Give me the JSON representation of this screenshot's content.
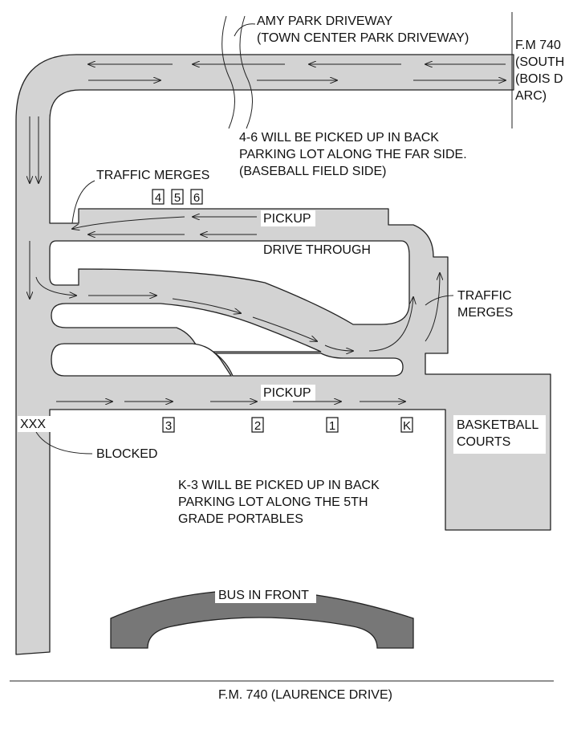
{
  "labels": {
    "amy_park_1": "AMY PARK DRIVEWAY",
    "amy_park_2": "(TOWN CENTER PARK DRIVEWAY)",
    "fm740_south_1": "F.M 740",
    "fm740_south_2": "(SOUTH",
    "fm740_south_3": "(BOIS D",
    "fm740_south_4": "ARC)",
    "note_46_1": "4-6 WILL BE PICKED UP IN BACK",
    "note_46_2": "PARKING LOT ALONG THE FAR SIDE.",
    "note_46_3": "(BASEBALL FIELD SIDE)",
    "traffic_merges_left": "TRAFFIC MERGES",
    "traffic_merges_right_1": "TRAFFIC",
    "traffic_merges_right_2": "MERGES",
    "pickup_top": "PICKUP",
    "drive_through": "DRIVE THROUGH",
    "pickup_bottom": "PICKUP",
    "xxx": "XXX",
    "blocked": "BLOCKED",
    "basketball_1": "BASKETBALL",
    "basketball_2": "COURTS",
    "note_k3_1": "K-3 WILL BE PICKED UP IN BACK",
    "note_k3_2": "PARKING LOT ALONG THE 5TH",
    "note_k3_3": "GRADE PORTABLES",
    "bus": "BUS IN FRONT",
    "fm740_bottom": "F.M. 740 (LAURENCE DRIVE)"
  },
  "grade_markers": {
    "top": [
      "4",
      "5",
      "6"
    ],
    "bottom": [
      "3",
      "2",
      "1",
      "K"
    ]
  },
  "colors": {
    "road": "#d3d3d3",
    "bus": "#777777",
    "line": "#222222"
  }
}
